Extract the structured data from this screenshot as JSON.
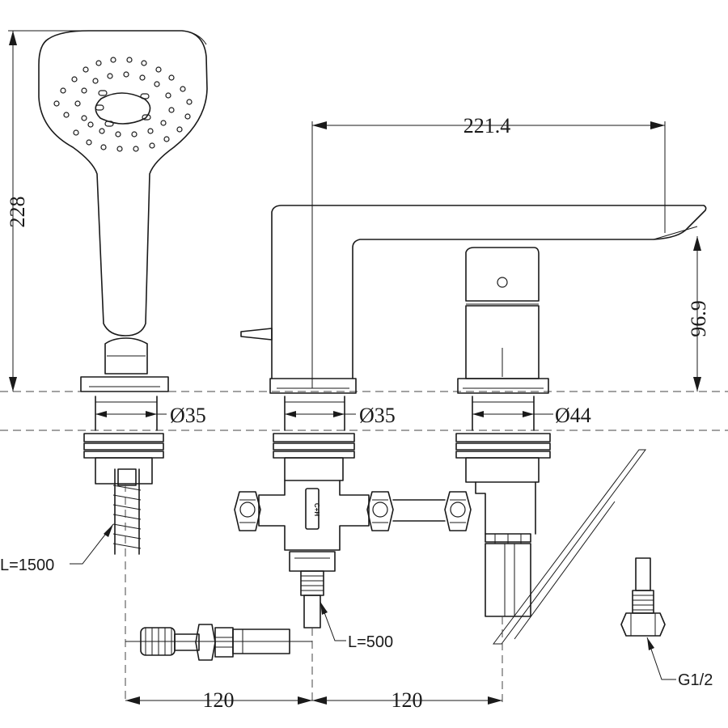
{
  "dimensions": {
    "handshower_height": "228",
    "spout_reach": "221.4",
    "spout_height": "96.9",
    "spacing_left": "120",
    "spacing_right": "120",
    "diameter_handshower": "Ø35",
    "diameter_spout": "Ø35",
    "diameter_handle": "Ø44"
  },
  "labels": {
    "hose_length": "L=1500",
    "pipe_length": "L=500",
    "connection_thread": "G1/2",
    "valve_marking": "C+H"
  }
}
